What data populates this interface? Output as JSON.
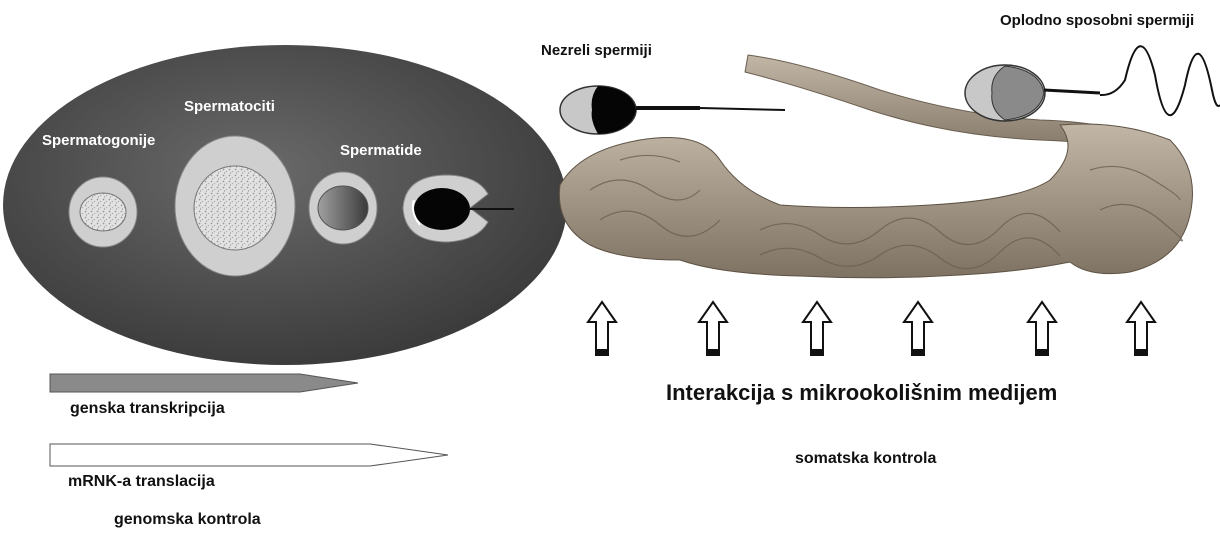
{
  "labels": {
    "spermatogonije": "Spermatogonije",
    "spermatociti": "Spermatociti",
    "spermatide": "Spermatide",
    "nezreli": "Nezreli spermiji",
    "oplodno": "Oplodno sposobni spermiji",
    "genska": "genska transkripcija",
    "mrnk": "mRNK-a translacija",
    "genomska": "genomska kontrola",
    "interakcija": "Interakcija s mikrookolišnim medijem",
    "somatska": "somatska kontrola"
  },
  "colors": {
    "testis_fill": "#555555",
    "cell_light": "#c8c8c8",
    "epididymis": "#a89a8a",
    "wedge_gray": "#8a8a8a"
  },
  "arrow_count": 6
}
